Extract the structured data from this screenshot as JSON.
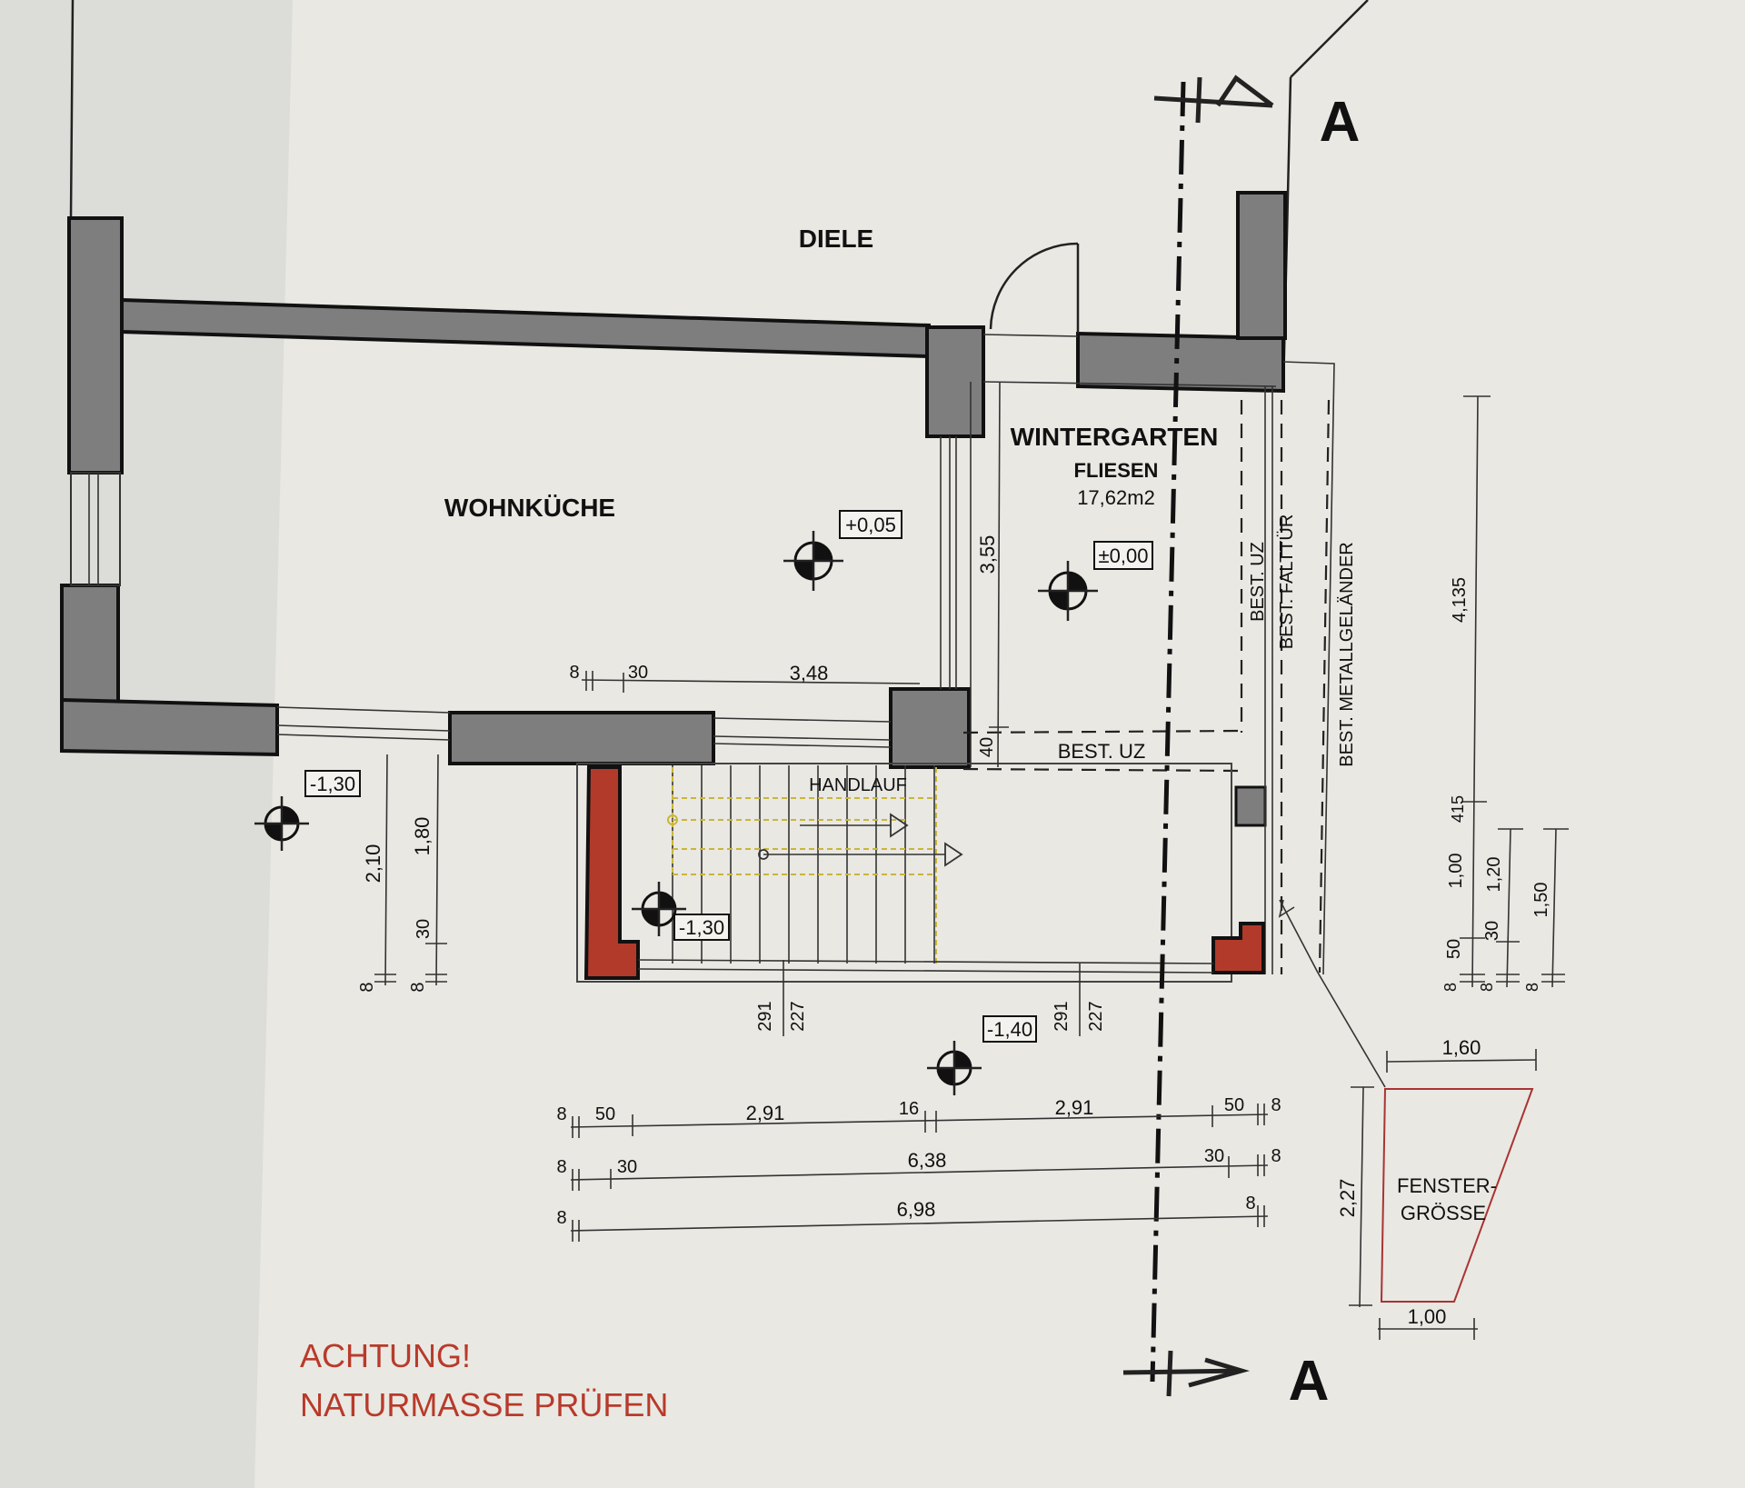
{
  "rooms": {
    "diele": "DIELE",
    "wohnkueche": "WOHNKÜCHE",
    "wintergarten": "WINTERGARTEN",
    "fliesen": "FLIESEN",
    "area": "17,62m2"
  },
  "levels": {
    "kitchen": "+0,05",
    "wintergarten": "±0,00",
    "outside_left": "-1,30",
    "stair": "-1,30",
    "garden": "-1,40"
  },
  "labels": {
    "handlauf": "HANDLAUF",
    "best_uz": "BEST. UZ",
    "best_uz_vertical": "BEST. UZ",
    "best_falttuer": "BEST. FALTTÜR",
    "best_metallgelaender": "BEST. METALLGELÄNDER",
    "section_top": "A",
    "section_bottom": "A",
    "fenster_line1": "FENSTER-",
    "fenster_line2": "GRÖSSE"
  },
  "warning": {
    "line1": "ACHTUNG!",
    "line2": "NATURMASSE PRÜFEN"
  },
  "dimensions": {
    "kitchen_8": "8",
    "kitchen_30": "30",
    "kitchen_348": "3,48",
    "wg_355": "3,55",
    "wg_40": "40",
    "left_210": "2,10",
    "left_180": "1,80",
    "left_30": "30",
    "left_8a": "8",
    "left_8b": "8",
    "stair_291": "291",
    "stair_227": "227",
    "wg_291": "291",
    "wg_227": "227",
    "r1_8a": "8",
    "r1_50a": "50",
    "r1_291a": "2,91",
    "r1_16": "16",
    "r1_291b": "2,91",
    "r1_50b": "50",
    "r1_8b": "8",
    "r2_8a": "8",
    "r2_30a": "30",
    "r2_638": "6,38",
    "r2_30b": "30",
    "r2_8b": "8",
    "r3_8a": "8",
    "r3_698": "6,98",
    "r3_8b": "8",
    "rv_4135": "4,135",
    "rv_415": "415",
    "rv_100": "1,00",
    "rv_50": "50",
    "rv_8": "8",
    "rv_120": "1,20",
    "rv_30": "30",
    "rv_8b": "8",
    "rv_150": "1,50",
    "rv_8c": "8",
    "fenster_160": "1,60",
    "fenster_227": "2,27",
    "fenster_100": "1,00"
  }
}
